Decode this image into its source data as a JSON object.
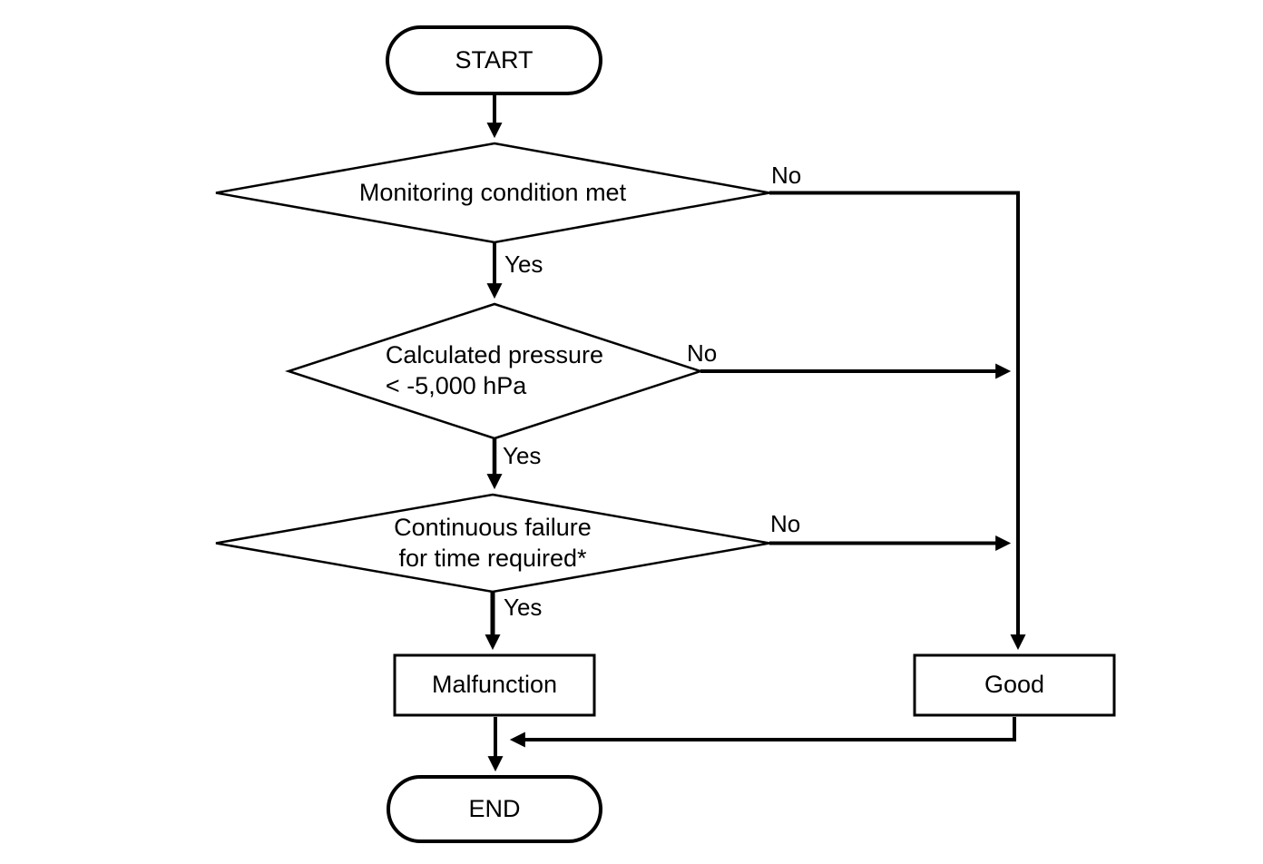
{
  "diagram": {
    "type": "flowchart",
    "colors": {
      "background": "#ffffff",
      "stroke": "#000000",
      "text": "#000000"
    },
    "nodes": {
      "start": {
        "type": "terminator",
        "label": "START"
      },
      "decision1": {
        "type": "decision",
        "label": "Monitoring condition met"
      },
      "decision2": {
        "type": "decision",
        "label": "Calculated pressure\n< -5,000 hPa"
      },
      "decision3": {
        "type": "decision",
        "label": "Continuous failure\nfor time required*"
      },
      "malfunction": {
        "type": "process",
        "label": "Malfunction"
      },
      "good": {
        "type": "process",
        "label": "Good"
      },
      "end": {
        "type": "terminator",
        "label": "END"
      }
    },
    "edges": {
      "decision1_yes": "Yes",
      "decision1_no": "No",
      "decision2_yes": "Yes",
      "decision2_no": "No",
      "decision3_yes": "Yes",
      "decision3_no": "No"
    },
    "flow": [
      "START -> Monitoring condition met",
      "Monitoring condition met -Yes-> Calculated pressure < -5,000 hPa",
      "Monitoring condition met -No-> Good",
      "Calculated pressure < -5,000 hPa -Yes-> Continuous failure for time required*",
      "Calculated pressure < -5,000 hPa -No-> Good",
      "Continuous failure for time required* -Yes-> Malfunction",
      "Continuous failure for time required* -No-> Good",
      "Malfunction -> END",
      "Good -> END"
    ]
  }
}
